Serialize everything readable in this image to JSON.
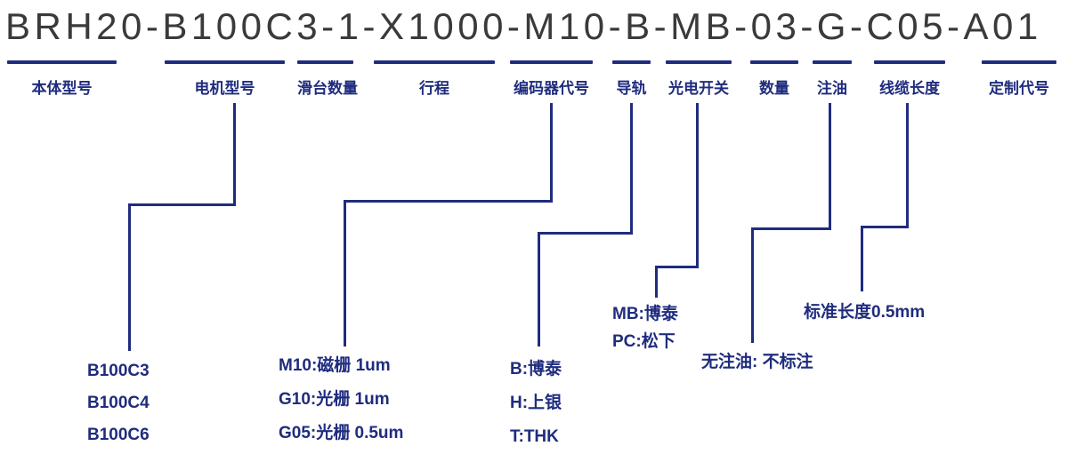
{
  "model_code": {
    "full": "BRH20-B100C3-1-X1000-M10-B-MB-03-G-C05-A01",
    "segments": [
      {
        "code": "BRH20",
        "label": "本体型号"
      },
      {
        "code": "B100C3",
        "label": "电机型号"
      },
      {
        "code": "1",
        "label": "滑台数量"
      },
      {
        "code": "X1000",
        "label": "行程"
      },
      {
        "code": "M10",
        "label": "编码器代号"
      },
      {
        "code": "B",
        "label": "导轨"
      },
      {
        "code": "MB",
        "label": "光电开关"
      },
      {
        "code": "03",
        "label": "数量"
      },
      {
        "code": "G",
        "label": "注油"
      },
      {
        "code": "C05",
        "label": "线缆长度"
      },
      {
        "code": "A01",
        "label": "定制代号"
      }
    ]
  },
  "annotations": {
    "motor_models": {
      "lines": [
        "B100C3",
        "B100C4",
        "B100C6"
      ]
    },
    "encoder_codes": {
      "lines": [
        "M10:磁栅 1um",
        "G10:光栅  1um",
        "G05:光栅 0.5um"
      ]
    },
    "rail_codes": {
      "lines": [
        "B:博泰",
        "H:上银",
        "T:THK"
      ]
    },
    "switch_codes": {
      "lines": [
        "MB:博泰",
        "PC:松下"
      ]
    },
    "oil_note": "无注油: 不标注",
    "cable_note": "标准长度0.5mm"
  },
  "colors": {
    "accent": "#1f2c7e",
    "title_text": "#3a3a3a",
    "background": "#ffffff"
  }
}
